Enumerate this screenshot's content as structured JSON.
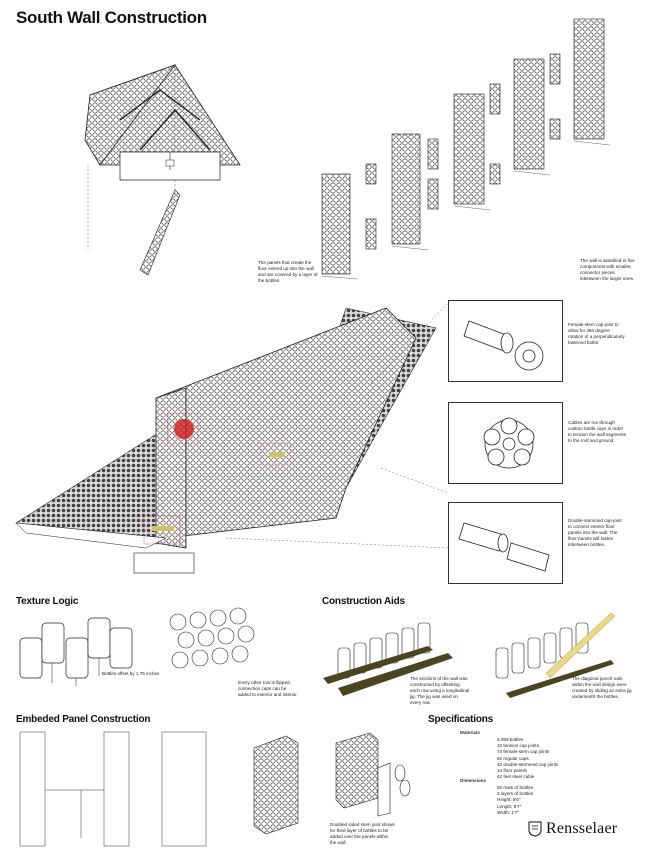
{
  "title": "South Wall Construction",
  "captions": {
    "panels_floor": "The panels that create the floor extend up into the wall and are covered by a layer of the bottles.",
    "wall_assembled": "The wall is assebled in five components with smaller, connector pieces inbetween the larger ones.",
    "female_stem": "Female-stem cap-joint to allow for 360 degree rotation of a perpendicularly fastened bottle.",
    "cables": "Cables are run through custom bottle caps in order to tension the wall segments to the roof and ground.",
    "double_stem": "Double-stemmed cap-joint to connect interior floor panels into the wall. The floor panels will fasten inbetween bottles.",
    "bottles_offset": "Bottles offset by 1.75 inches",
    "row_flipped": "Every other row is flipped, connection caps can be added to exterior and interior.",
    "sections_constructed": "The sections of the wall was constructed by offsetting each row using a longitudinal jig. The jig was used on every row.",
    "diagonal_punch": "The diagonal punch-outs within the wall design were created by sliding an extra jig underneath the bottles.",
    "doubled_stem": "Doubled sided stem joint shows for third layer of bottles to be added over the panels within the wall."
  },
  "sections": {
    "texture_logic": "Texture Logic",
    "construction_aids": "Construction Aids",
    "embedded_panel": "Embeded Panel Construction",
    "specifications": "Specifications"
  },
  "specifications": {
    "materials_label": "Materials",
    "materials": [
      "5,089 bottles",
      "10 tension cap joints",
      "74 female-stem cap joints",
      "60 regular caps",
      "42 double-stemmed cap joints",
      "14 floor panels",
      "42 feet steel cable"
    ],
    "dimensions_label": "Dimensions",
    "dimensions": [
      "50 rows of bottles",
      "3 layers of bottles",
      "Height: 8'6\"",
      "Length: 8'7\"",
      "Width: 1'7\""
    ]
  },
  "logo": {
    "text": "Rensselaer"
  },
  "colors": {
    "ink": "#111111",
    "wood": "#4a4422",
    "highlight_red": "#d11a1a",
    "highlight_yellow": "#e8d98a",
    "pink_box": "#e0467a"
  }
}
